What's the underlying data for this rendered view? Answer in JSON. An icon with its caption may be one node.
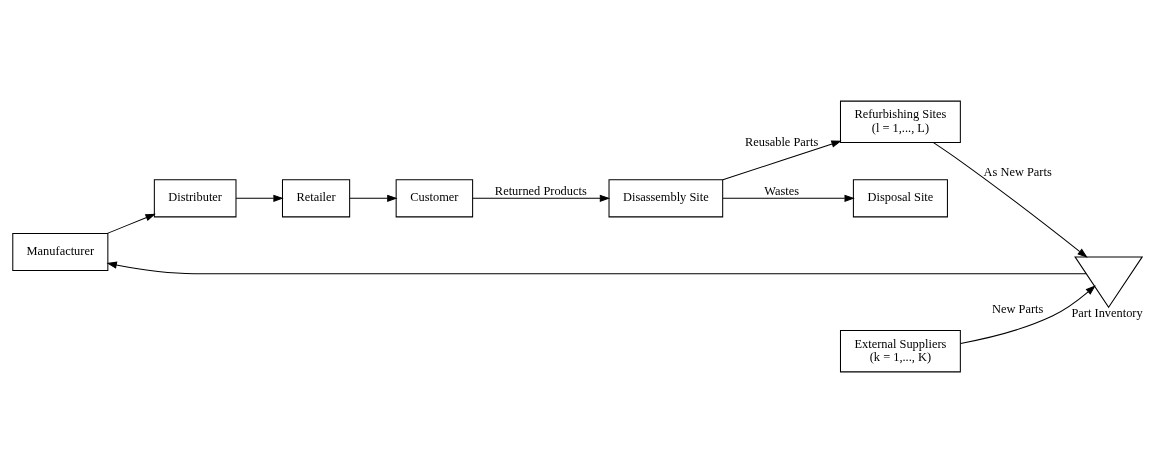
{
  "diagram": {
    "nodes": [
      {
        "text": [
          "Manufacturer"
        ]
      },
      {
        "text": [
          "Distributer"
        ]
      },
      {
        "text": [
          "Retailer"
        ]
      },
      {
        "text": [
          "Customer"
        ]
      },
      {
        "text": [
          "External Suppliers",
          "(k = 1,..., K)"
        ]
      },
      {
        "text": [
          "Part Inventory"
        ]
      },
      {
        "text": [
          "Refurbishing Sites",
          "(l = 1,..., L)"
        ]
      },
      {
        "text": [
          "Disassembly Site"
        ]
      },
      {
        "text": [
          "Disposal Site"
        ]
      }
    ],
    "edges": [
      {
        "from": 0,
        "to": 1,
        "arrow": "to"
      },
      {
        "from": 1,
        "to": 2,
        "arrow": "to"
      },
      {
        "from": 2,
        "to": 3,
        "arrow": "to"
      },
      {
        "from": 3,
        "to": 7,
        "arrow": "to",
        "label": "Returned Products"
      },
      {
        "from": 7,
        "to": 6,
        "arrow": "to",
        "label": "Reusable Parts"
      },
      {
        "from": 7,
        "to": 8,
        "arrow": "to",
        "label": "Wastes"
      },
      {
        "from": 6,
        "to": 5,
        "arrow": "to",
        "label": "As New Parts"
      },
      {
        "from": 4,
        "to": 5,
        "arrow": "to",
        "label": "New Parts"
      },
      {
        "from": 5,
        "to": 0,
        "arrow": "to"
      }
    ]
  }
}
